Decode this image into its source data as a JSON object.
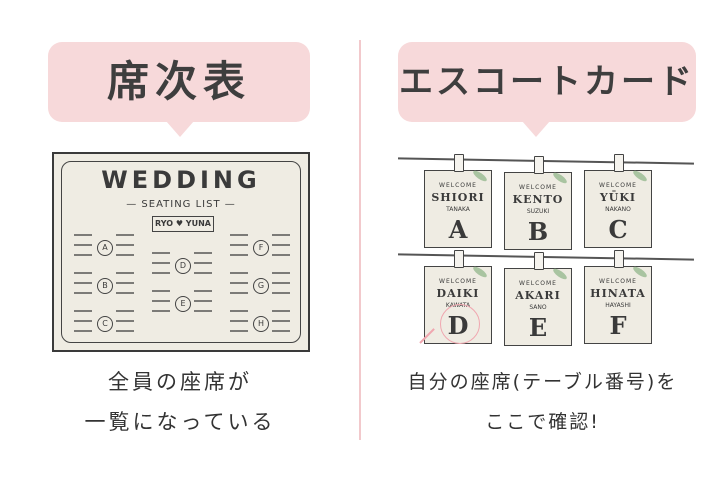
{
  "left": {
    "title": "席次表",
    "chart": {
      "title": "WEDDING",
      "subtitle": "— SEATING LIST —",
      "couple": "RYO ♥ YUNA",
      "tables": [
        "A",
        "B",
        "C",
        "D",
        "E",
        "F",
        "G",
        "H"
      ]
    },
    "caption": [
      "全員の座席が",
      "一覧になっている"
    ]
  },
  "right": {
    "title": "エスコートカード",
    "cards": [
      {
        "welcome": "WELCOME",
        "name": "SHIORI",
        "surname": "TANAKA",
        "table": "A"
      },
      {
        "welcome": "WELCOME",
        "name": "KENTO",
        "surname": "SUZUKI",
        "table": "B"
      },
      {
        "welcome": "WELCOME",
        "name": "YŪKI",
        "surname": "NAKANO",
        "table": "C"
      },
      {
        "welcome": "WELCOME",
        "name": "DAIKI",
        "surname": "KAWATA",
        "table": "D"
      },
      {
        "welcome": "WELCOME",
        "name": "AKARI",
        "surname": "SANO",
        "table": "E"
      },
      {
        "welcome": "WELCOME",
        "name": "HINATA",
        "surname": "HAYASHI",
        "table": "F"
      }
    ],
    "caption": [
      "自分の座席(テーブル番号)を",
      "ここで確認!"
    ]
  },
  "colors": {
    "bubble": "#f7d9da",
    "accent": "#f0a7b0",
    "paper": "#efece3"
  }
}
